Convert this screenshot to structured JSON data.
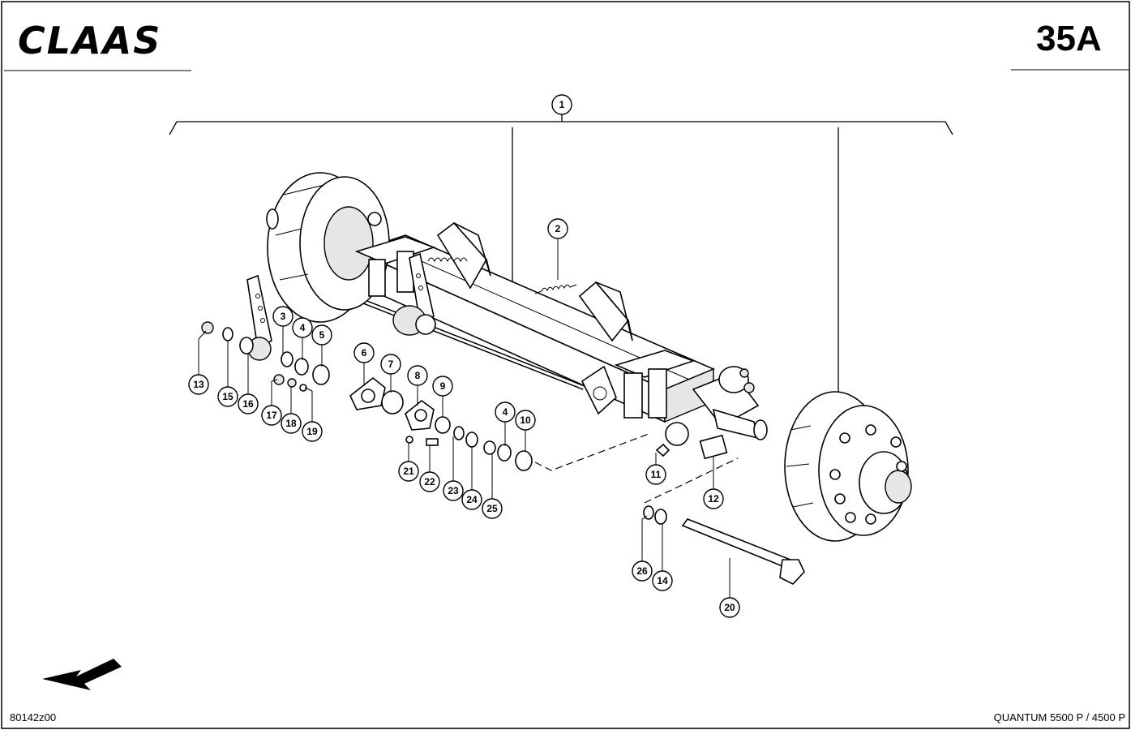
{
  "header": {
    "brand": "CLAAS",
    "page_number": "35A"
  },
  "footer": {
    "drawing_number": "80142z00",
    "model": "QUANTUM 5500 P / 4500 P"
  },
  "callouts": [
    "1",
    "2",
    "3",
    "4",
    "5",
    "6",
    "7",
    "8",
    "9",
    "10",
    "11",
    "12",
    "13",
    "14",
    "15",
    "16",
    "17",
    "18",
    "19",
    "20",
    "21",
    "22",
    "23",
    "24",
    "25",
    "26"
  ],
  "icons": {
    "direction_arrow": "arrow-down-left-icon"
  }
}
